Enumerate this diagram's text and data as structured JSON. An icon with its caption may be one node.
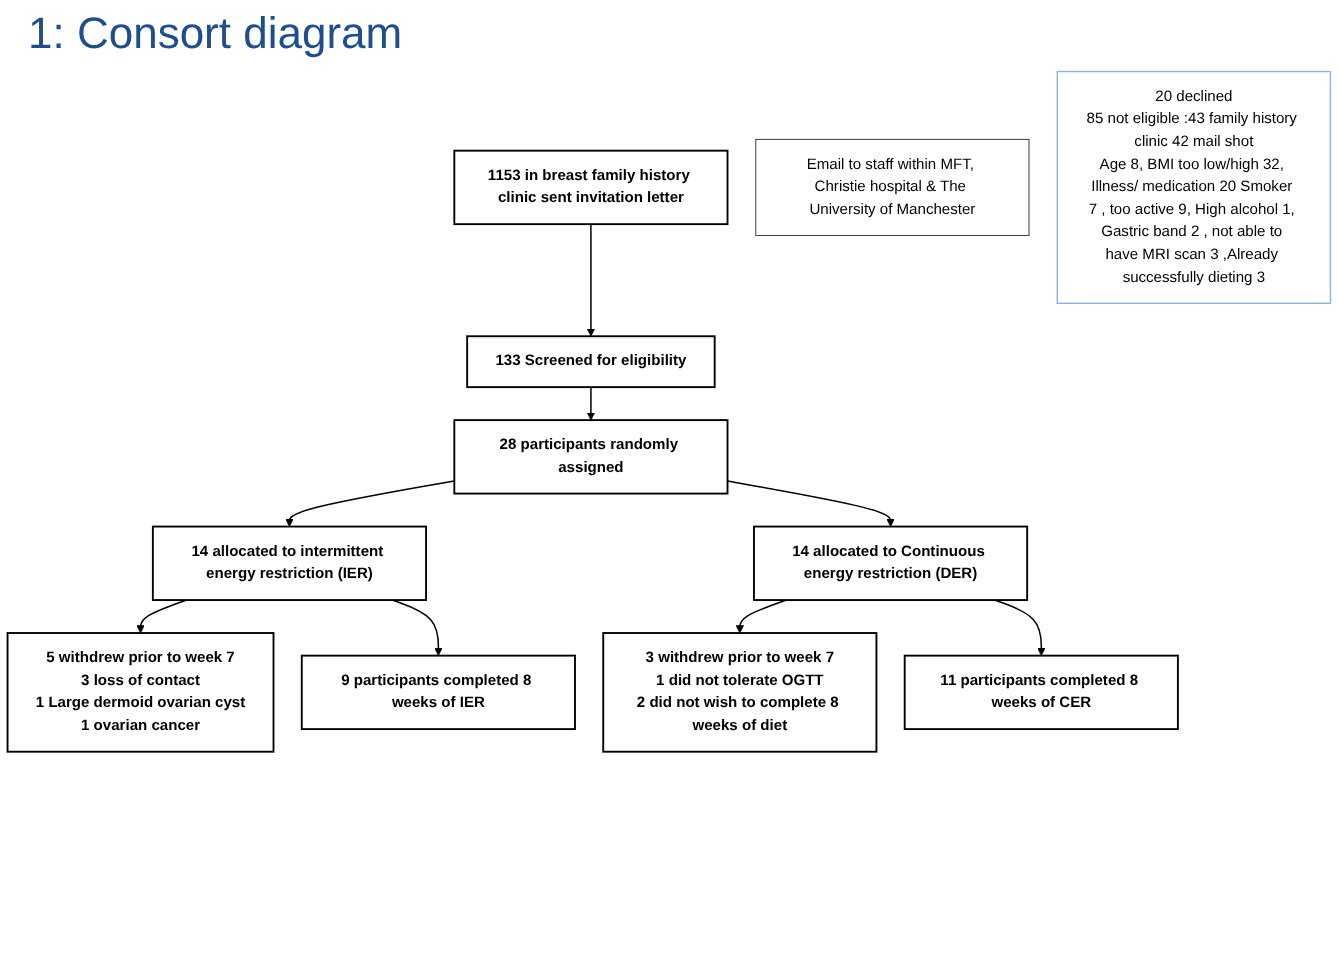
{
  "diagram": {
    "title": "1: Consort diagram",
    "nodes": [
      {
        "text": [
          "1153 in breast family history clinic sent invitation letter"
        ]
      },
      {
        "text": [
          "Email to staff within MFT, Christie hospital & The University of Manchester"
        ]
      },
      {
        "text": [
          "133 Screened for eligibility"
        ]
      },
      {
        "text": [
          "20 declined",
          "85 not eligible :43 family history clinic 42 mail shot",
          "Age 8, BMI too low/high 32, Illness/ medication 20 Smoker 7 , too active 9, High alcohol 1, Gastric band 2 , not able to have MRI scan 3 ,Already successfully dieting 3"
        ]
      },
      {
        "text": [
          "28 participants randomly assigned"
        ]
      },
      {
        "text": [
          "14 allocated to intermittent energy restriction (IER)"
        ]
      },
      {
        "text": [
          "14 allocated to Continuous energy restriction (DER)"
        ]
      },
      {
        "text": [
          "5 withdrew prior to week 7",
          "3 loss of contact",
          "1 Large dermoid ovarian cyst",
          "1 ovarian cancer"
        ]
      },
      {
        "text": [
          "3 withdrew prior to week 7",
          "1 did not tolerate OGTT",
          "2 did not wish to complete 8 weeks of diet"
        ]
      },
      {
        "text": [
          "9 participants completed 8 weeks of IER"
        ]
      },
      {
        "text": [
          "11 participants completed 8 weeks of CER"
        ]
      }
    ],
    "edges": [
      {
        "from": 0,
        "to": 2,
        "arrow": "to"
      },
      {
        "from": 2,
        "to": 4,
        "arrow": "to"
      },
      {
        "from": 4,
        "to": 5,
        "arrow": "to"
      },
      {
        "from": 4,
        "to": 6,
        "arrow": "to"
      },
      {
        "from": 5,
        "to": 7,
        "arrow": "to"
      },
      {
        "from": 5,
        "to": 9,
        "arrow": "to"
      },
      {
        "from": 6,
        "to": 8,
        "arrow": "to"
      },
      {
        "from": 6,
        "to": 10,
        "arrow": "to"
      }
    ]
  }
}
